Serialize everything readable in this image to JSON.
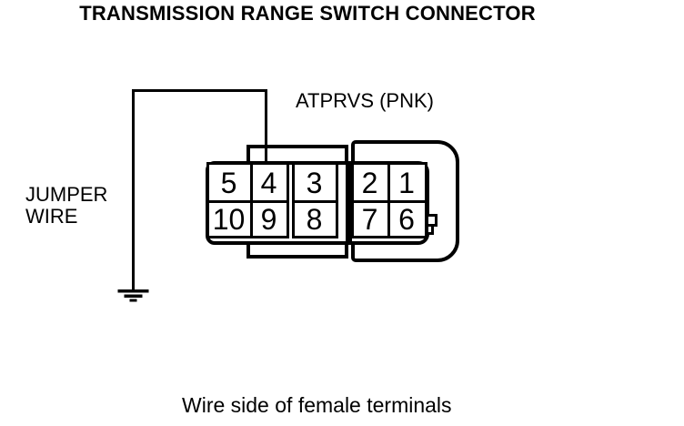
{
  "title": "TRANSMISSION RANGE SWITCH CONNECTOR",
  "labels": {
    "signal": "ATPRVS (PNK)",
    "jumper_line1": "JUMPER",
    "jumper_line2": "WIRE",
    "caption": "Wire side of female terminals"
  },
  "connector": {
    "pins": {
      "top": [
        "5",
        "4",
        "3",
        "2",
        "1"
      ],
      "bottom": [
        "10",
        "9",
        "8",
        "7",
        "6"
      ]
    }
  },
  "colors": {
    "line": "#000000",
    "background": "#ffffff"
  }
}
